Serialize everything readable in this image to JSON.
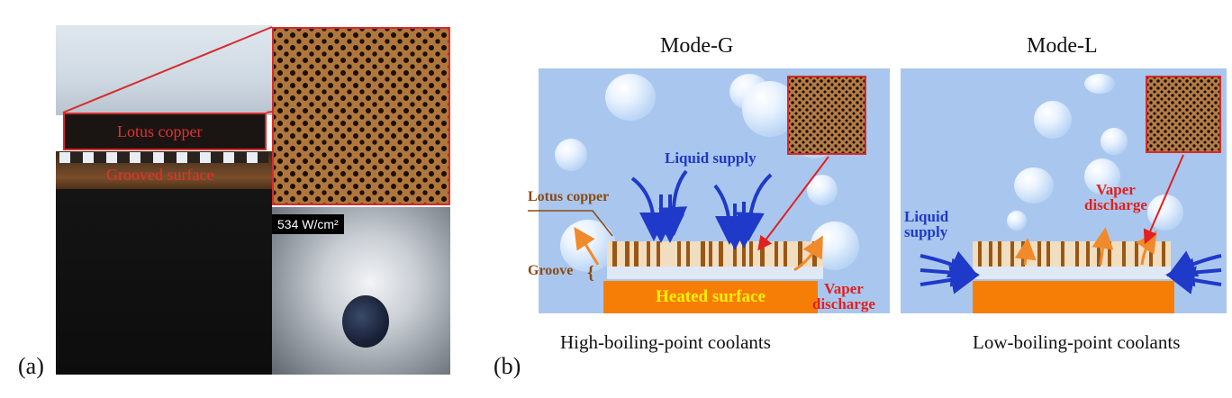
{
  "panel_a": {
    "label": "(a)",
    "lotus_copper": "Lotus copper",
    "grooved_surface": "Grooved surface",
    "heat_flux": "534 W/cm²"
  },
  "panel_b": {
    "label": "(b)",
    "mode_g": {
      "title": "Mode-G",
      "liquid_supply": "Liquid supply",
      "lotus_copper": "Lotus copper",
      "groove": "Groove",
      "heated_surface": "Heated surface",
      "vaper_discharge_line1": "Vaper",
      "vaper_discharge_line2": "discharge",
      "caption": "High-boiling-point coolants"
    },
    "mode_l": {
      "title": "Mode-L",
      "liquid_supply_line1": "Liquid",
      "liquid_supply_line2": "supply",
      "vaper_discharge_line1": "Vaper",
      "vaper_discharge_line2": "discharge",
      "caption": "Low-boiling-point coolants"
    }
  },
  "colors": {
    "background_blue": "#a9c7ee",
    "heated_surface": "#f77e06",
    "arrow_blue": "#1f39c9",
    "arrow_orange": "#f08a2c",
    "copper_bar": "#9a5714",
    "red_line": "#d62c2c"
  }
}
